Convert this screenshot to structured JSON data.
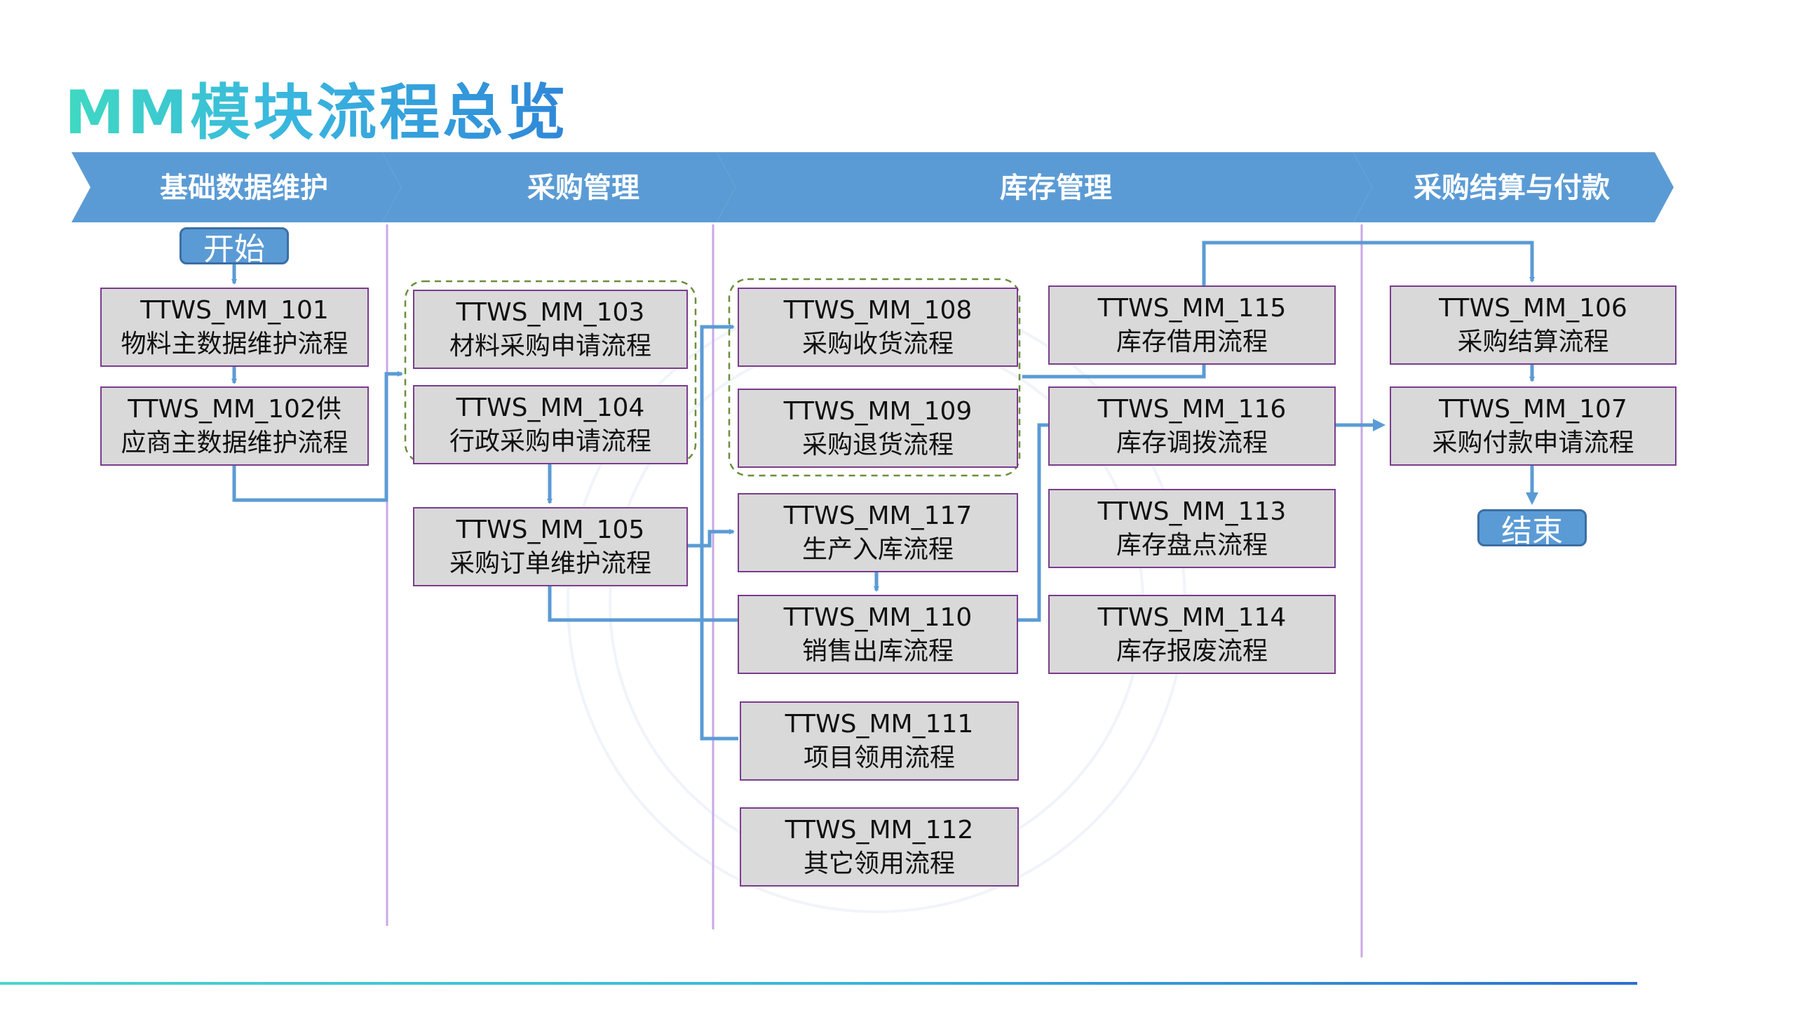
{
  "page": {
    "title": "MM模块流程总览"
  },
  "stages": [
    {
      "label": "基础数据维护"
    },
    {
      "label": "采购管理"
    },
    {
      "label": "库存管理"
    },
    {
      "label": "采购结算与付款"
    }
  ],
  "terminals": {
    "start": "开始",
    "end": "结束"
  },
  "processes": {
    "mm101": {
      "code": "TTWS_MM_101",
      "name": "物料主数据维护流程"
    },
    "mm102": {
      "code": "TTWS_MM_102供",
      "name": "应商主数据维护流程"
    },
    "mm103": {
      "code": "TTWS_MM_103",
      "name": "材料采购申请流程"
    },
    "mm104": {
      "code": "TTWS_MM_104",
      "name": "行政采购申请流程"
    },
    "mm105": {
      "code": "TTWS_MM_105",
      "name": "采购订单维护流程"
    },
    "mm108": {
      "code": "TTWS_MM_108",
      "name": "采购收货流程"
    },
    "mm109": {
      "code": "TTWS_MM_109",
      "name": "采购退货流程"
    },
    "mm117": {
      "code": "TTWS_MM_117",
      "name": "生产入库流程"
    },
    "mm110": {
      "code": "TTWS_MM_110",
      "name": "销售出库流程"
    },
    "mm111": {
      "code": "TTWS_MM_111",
      "name": "项目领用流程"
    },
    "mm112": {
      "code": "TTWS_MM_112",
      "name": "其它领用流程"
    },
    "mm115": {
      "code": "TTWS_MM_115",
      "name": "库存借用流程"
    },
    "mm116": {
      "code": "TTWS_MM_116",
      "name": "库存调拨流程"
    },
    "mm113": {
      "code": "TTWS_MM_113",
      "name": "库存盘点流程"
    },
    "mm114": {
      "code": "TTWS_MM_114",
      "name": "库存报废流程"
    },
    "mm106": {
      "code": "TTWS_MM_106",
      "name": "采购结算流程"
    },
    "mm107": {
      "code": "TTWS_MM_107",
      "name": "采购付款申请流程"
    }
  },
  "colors": {
    "chevron": "#5b9bd5",
    "connector": "#5b9bd5",
    "box_fill": "#d9d9d9",
    "box_border": "#7a3c8e",
    "divider": "#c9a7e6",
    "group_dash": "#6b8e3a"
  }
}
